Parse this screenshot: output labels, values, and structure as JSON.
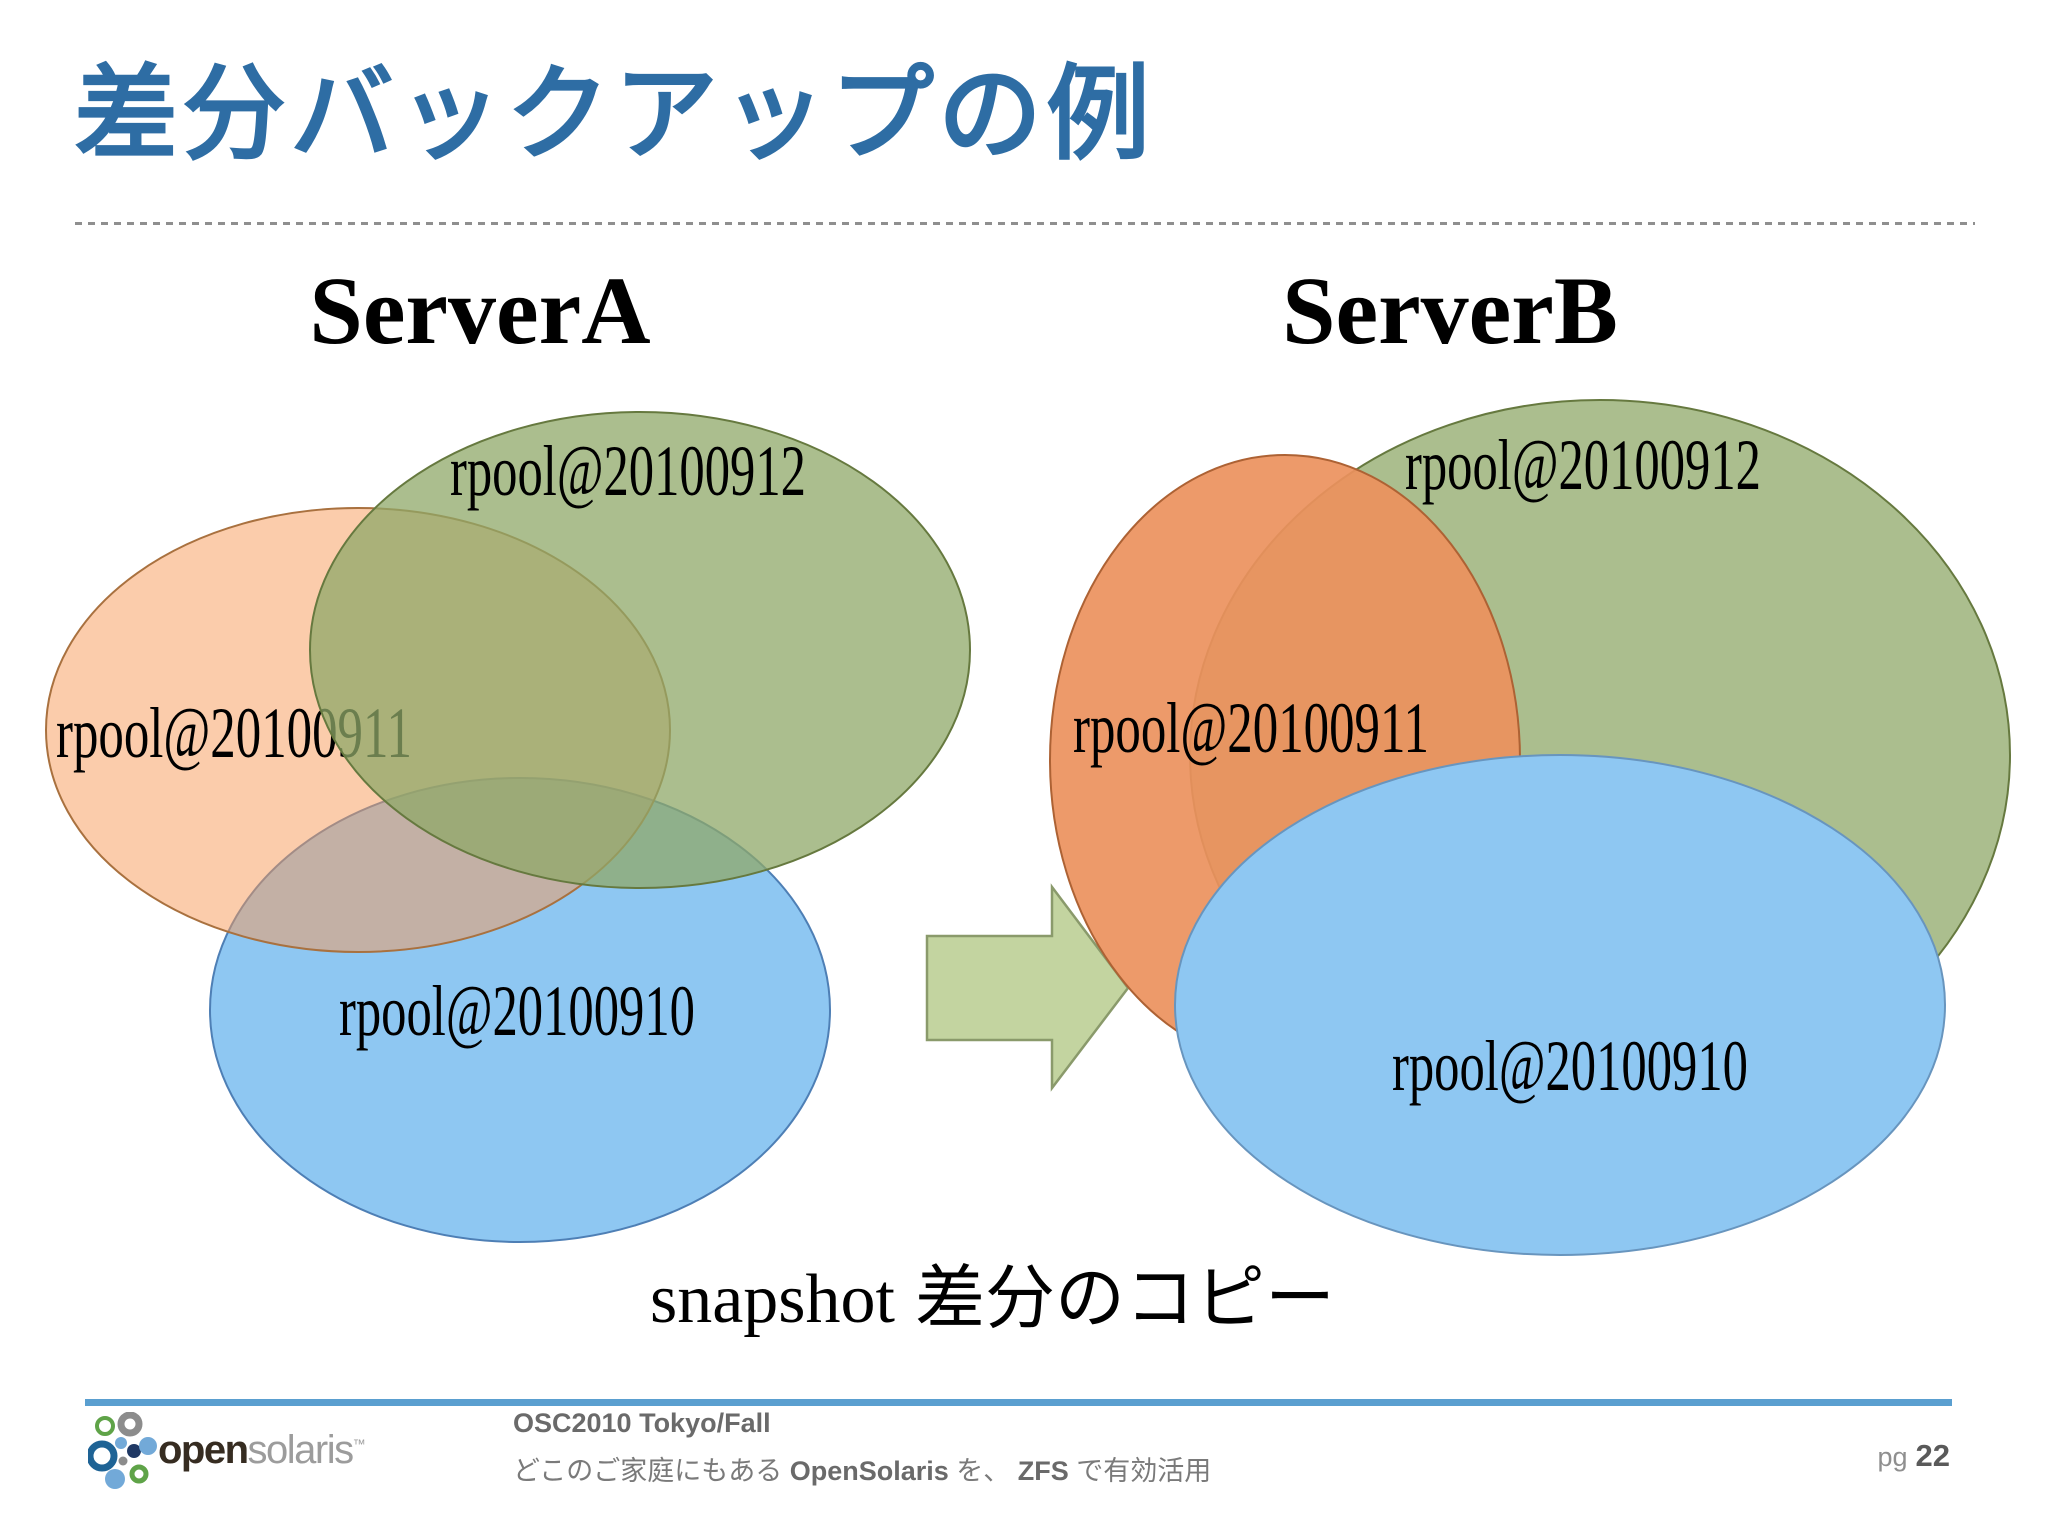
{
  "slide": {
    "title": "差分バックアップの例",
    "heading_left": "ServerA",
    "heading_right": "ServerB",
    "caption_en": "snapshot",
    "caption_ja": "差分のコピー"
  },
  "venn_left": {
    "snapshot_912": "rpool@20100912",
    "snapshot_911": "rpool@20100911",
    "snapshot_910": "rpool@20100910"
  },
  "venn_right": {
    "snapshot_912": "rpool@20100912",
    "snapshot_911": "rpool@20100911",
    "snapshot_910": "rpool@20100910"
  },
  "colors": {
    "title_blue": "#2E6DA4",
    "footer_bar_blue": "#5A9FD0",
    "left_snapshot911_fill": "#F79957",
    "left_snapshot912_fill": "#8FA868",
    "left_snapshot910_fill": "#1D8FE5",
    "right_snapshot911_fill": "#EC915D",
    "right_snapshot912_fill": "#8FA868",
    "right_snapshot910_fill": "#8EC7F2",
    "arrow_green": "#C3D4A0"
  },
  "footer": {
    "logo_word_open": "open",
    "logo_word_solaris": "solaris",
    "logo_tm": "™",
    "event": "OSC2010 Tokyo/Fall",
    "tagline_pre": "どこのご家庭にもある ",
    "tagline_bold1": "OpenSolaris",
    "tagline_mid": " を、 ",
    "tagline_bold2": "ZFS",
    "tagline_post": " で有効活用",
    "page_label": "pg",
    "page_number": "22"
  }
}
